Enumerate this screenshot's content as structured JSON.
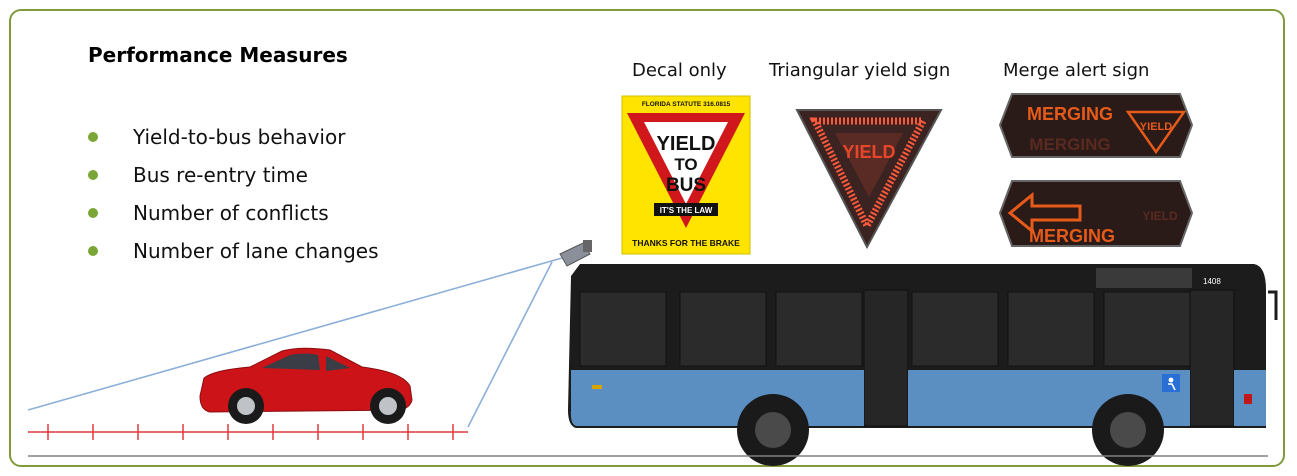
{
  "heading": "Performance Measures",
  "measures": [
    "Yield-to-bus behavior",
    "Bus re-entry time",
    "Number of conflicts",
    "Number of lane changes"
  ],
  "signs": {
    "decal": {
      "caption": "Decal only",
      "statute": "FLORIDA STATUTE 316.0815",
      "line1": "YIELD",
      "line2": "TO",
      "line3": "BUS",
      "law": "IT'S THE LAW",
      "thanks": "THANKS FOR THE BRAKE"
    },
    "triangle": {
      "caption": "Triangular yield sign",
      "text": "YIELD"
    },
    "merge": {
      "caption": "Merge alert sign",
      "word": "MERGING",
      "yield": "YIELD"
    }
  },
  "bus": {
    "number": "1408"
  },
  "colors": {
    "frame": "#7f9b3c",
    "bullet": "#7aa637",
    "decal_bg": "#ffe400",
    "yield_red": "#d0171c",
    "led_amber": "#e65a1a",
    "bus_blue": "#5b8fc2",
    "car_red": "#cc1418"
  }
}
